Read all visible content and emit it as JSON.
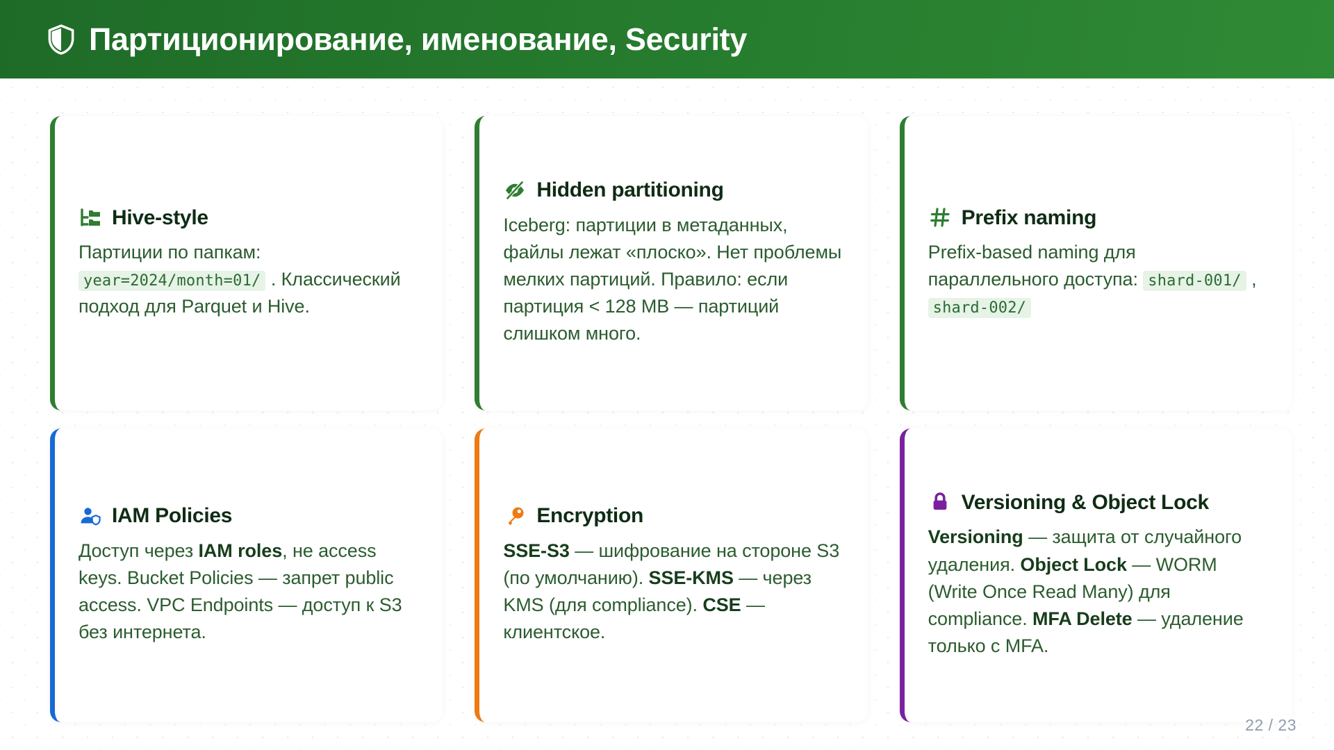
{
  "header": {
    "icon": "shield-icon",
    "title": "Партиционирование, именование, Security",
    "background_color": "#257a2d",
    "text_color": "#ffffff"
  },
  "cards": [
    {
      "id": "hive-style",
      "icon": "folder-tree-icon",
      "icon_color": "#2e7d32",
      "accent_color": "#2e7d32",
      "title": "Hive-style",
      "body_parts": [
        {
          "type": "text",
          "value": "Партиции по папкам: "
        },
        {
          "type": "code",
          "value": "year=2024/month=01/"
        },
        {
          "type": "text",
          "value": " . Классический подход для Parquet и Hive."
        }
      ]
    },
    {
      "id": "hidden-partitioning",
      "icon": "eye-off-icon",
      "icon_color": "#2e7d32",
      "accent_color": "#2e7d32",
      "title": "Hidden partitioning",
      "body_parts": [
        {
          "type": "text",
          "value": "Iceberg: партиции в метаданных, файлы лежат «плоско». Нет проблемы мелких партиций. Правило: если партиция < 128 MB — партиций слишком много."
        }
      ]
    },
    {
      "id": "prefix-naming",
      "icon": "hash-icon",
      "icon_color": "#2e7d32",
      "accent_color": "#2e7d32",
      "title": "Prefix naming",
      "body_parts": [
        {
          "type": "text",
          "value": "Prefix-based naming для параллельного доступа: "
        },
        {
          "type": "code",
          "value": "shard-001/"
        },
        {
          "type": "text",
          "value": " , "
        },
        {
          "type": "code",
          "value": "shard-002/"
        }
      ]
    },
    {
      "id": "iam-policies",
      "icon": "user-shield-icon",
      "icon_color": "#1769d6",
      "accent_color": "#1769d6",
      "title": "IAM Policies",
      "body_parts": [
        {
          "type": "text",
          "value": "Доступ через "
        },
        {
          "type": "bold",
          "value": "IAM roles"
        },
        {
          "type": "text",
          "value": ", не access keys. Bucket Policies — запрет public access. VPC Endpoints — доступ к S3 без интернета."
        }
      ]
    },
    {
      "id": "encryption",
      "icon": "key-icon",
      "icon_color": "#ef7a13",
      "accent_color": "#ef7a13",
      "title": "Encryption",
      "body_parts": [
        {
          "type": "bold",
          "value": "SSE-S3"
        },
        {
          "type": "text",
          "value": " — шифрование на стороне S3 (по умолчанию). "
        },
        {
          "type": "bold",
          "value": "SSE-KMS"
        },
        {
          "type": "text",
          "value": " — через KMS (для compliance). "
        },
        {
          "type": "bold",
          "value": "CSE"
        },
        {
          "type": "text",
          "value": " — клиентское."
        }
      ]
    },
    {
      "id": "versioning-object-lock",
      "icon": "lock-icon",
      "icon_color": "#7b219f",
      "accent_color": "#7b219f",
      "title": "Versioning & Object Lock",
      "body_parts": [
        {
          "type": "bold",
          "value": "Versioning"
        },
        {
          "type": "text",
          "value": " — защита от случайного удаления. "
        },
        {
          "type": "bold",
          "value": "Object Lock"
        },
        {
          "type": "text",
          "value": " — WORM (Write Once Read Many) для compliance. "
        },
        {
          "type": "bold",
          "value": "MFA Delete"
        },
        {
          "type": "text",
          "value": " — удаление только с MFA."
        }
      ]
    }
  ],
  "footer": {
    "page_label": "22 / 23",
    "current_page": 22,
    "total_pages": 23
  }
}
